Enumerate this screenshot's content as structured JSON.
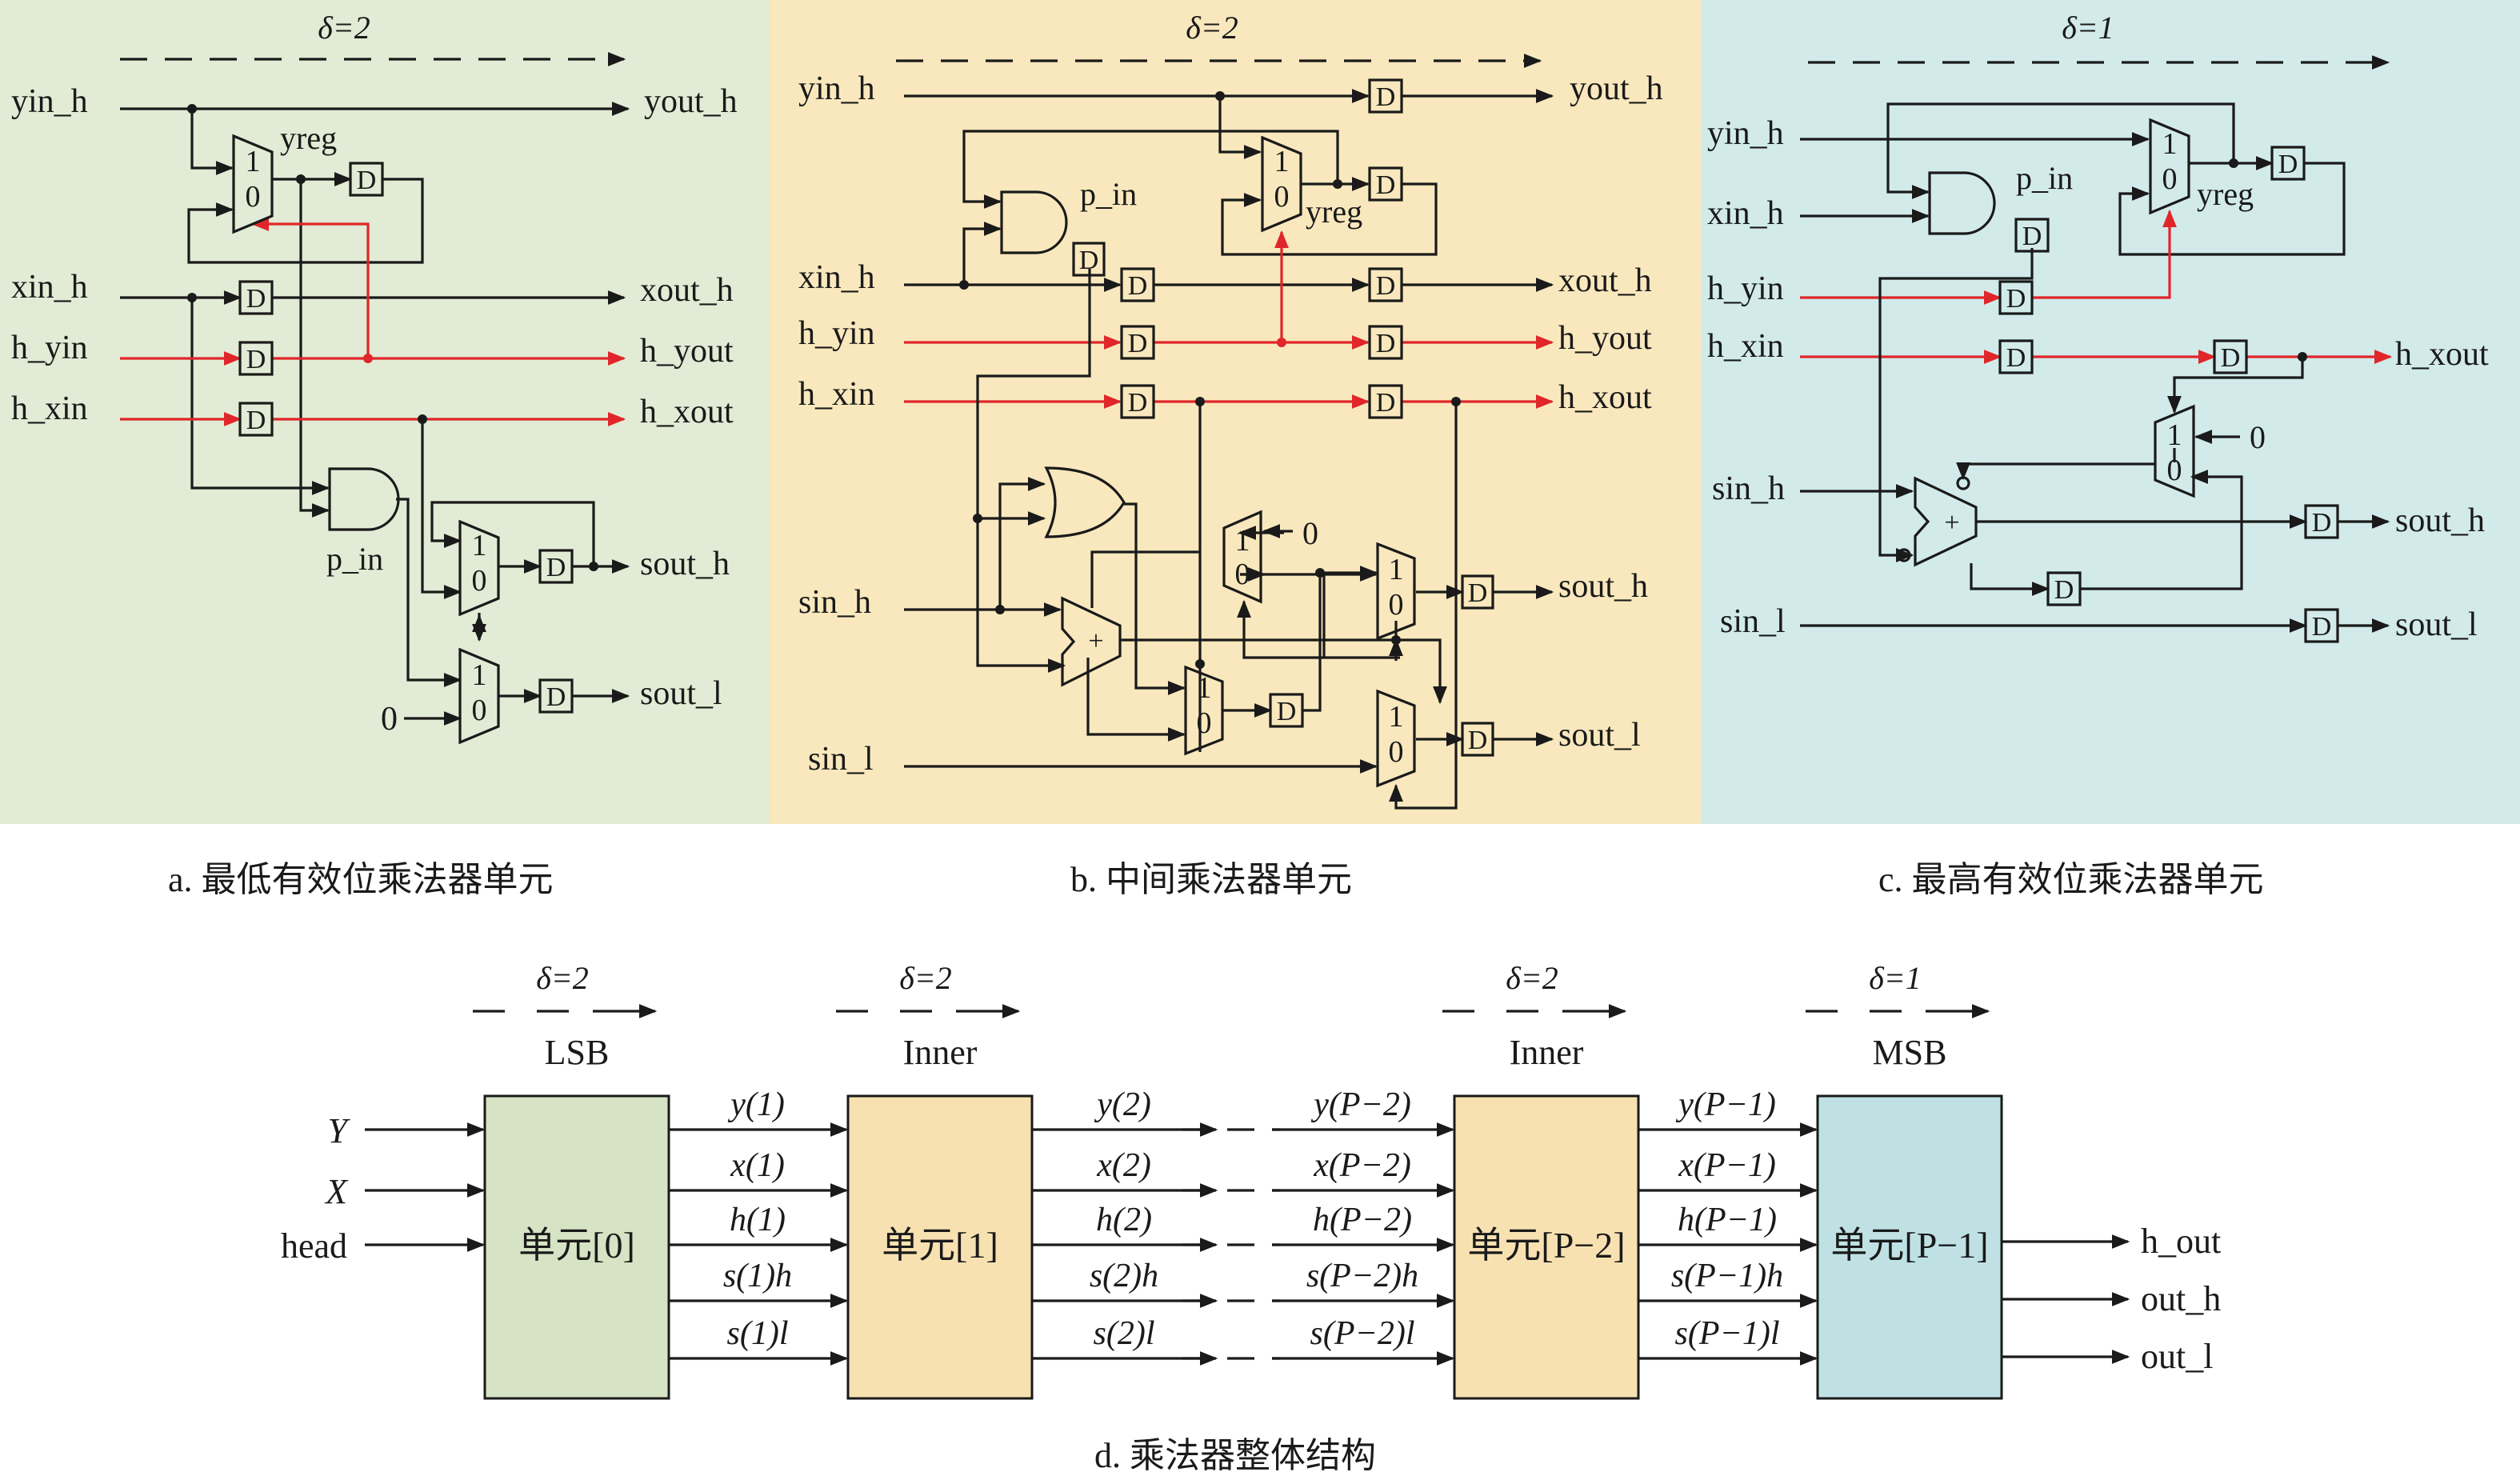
{
  "colors": {
    "panel_a": "#e2ebd5",
    "panel_b": "#f9e8bd",
    "panel_c": "#d2eaea",
    "wire": "#1a1a1a",
    "highlight": "#e0262a",
    "cell_lsb": "#d6e3c4",
    "cell_inner": "#f8e1b1",
    "cell_msb": "#bfe1e4"
  },
  "panel_a": {
    "delta": "δ=2",
    "ports": {
      "yin_h": "yin_h",
      "xin_h": "xin_h",
      "h_yin": "h_yin",
      "h_xin": "h_xin",
      "yout_h": "yout_h",
      "xout_h": "xout_h",
      "h_yout": "h_yout",
      "h_xout": "h_xout",
      "sout_h": "sout_h",
      "sout_l": "sout_l",
      "zero": "0"
    },
    "yreg": "yreg",
    "p_in": "p_in",
    "caption": "a. 最低有效位乘法器单元"
  },
  "panel_b": {
    "delta": "δ=2",
    "ports": {
      "yin_h": "yin_h",
      "xin_h": "xin_h",
      "h_yin": "h_yin",
      "h_xin": "h_xin",
      "sin_h": "sin_h",
      "sin_l": "sin_l",
      "yout_h": "yout_h",
      "xout_h": "xout_h",
      "h_yout": "h_yout",
      "h_xout": "h_xout",
      "sout_h": "sout_h",
      "sout_l": "sout_l",
      "zero": "0"
    },
    "yreg": "yreg",
    "p_in": "p_in",
    "caption": "b. 中间乘法器单元"
  },
  "panel_c": {
    "delta": "δ=1",
    "ports": {
      "yin_h": "yin_h",
      "xin_h": "xin_h",
      "h_yin": "h_yin",
      "h_xin": "h_xin",
      "sin_h": "sin_h",
      "sin_l": "sin_l",
      "h_xout": "h_xout",
      "sout_h": "sout_h",
      "sout_l": "sout_l",
      "zero": "0"
    },
    "yreg": "yreg",
    "p_in": "p_in",
    "caption": "c. 最高有效位乘法器单元"
  },
  "symbols": {
    "dff": "D",
    "mux_one": "1",
    "mux_zero": "0",
    "adder": "+"
  },
  "panel_d": {
    "caption": "d. 乘法器整体结构",
    "inputs": [
      "Y",
      "X",
      "head"
    ],
    "cells": [
      {
        "label": "单元[0]",
        "kind": "LSB",
        "delta": "δ=2"
      },
      {
        "label": "单元[1]",
        "kind": "Inner",
        "delta": "δ=2"
      },
      {
        "label": "单元[P−2]",
        "kind": "Inner",
        "delta": "δ=2"
      },
      {
        "label": "单元[P−1]",
        "kind": "MSB",
        "delta": "δ=1"
      }
    ],
    "links": [
      [
        "y(1)",
        "x(1)",
        "h(1)",
        "s(1)h",
        "s(1)l"
      ],
      [
        "y(2)",
        "x(2)",
        "h(2)",
        "s(2)h",
        "s(2)l"
      ],
      [
        "y(P−2)",
        "x(P−2)",
        "h(P−2)",
        "s(P−2)h",
        "s(P−2)l"
      ],
      [
        "y(P−1)",
        "x(P−1)",
        "h(P−1)",
        "s(P−1)h",
        "s(P−1)l"
      ]
    ],
    "outputs": [
      "h_out",
      "out_h",
      "out_l"
    ]
  }
}
